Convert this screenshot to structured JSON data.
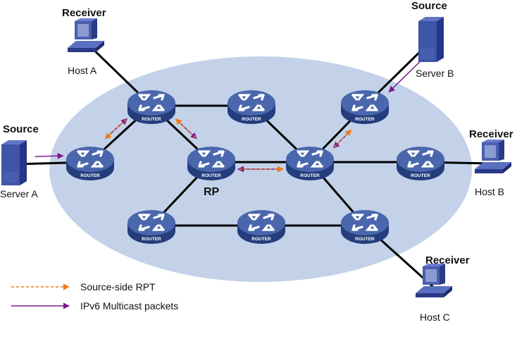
{
  "diagram": {
    "colors": {
      "domain_fill": "#c3d2e9",
      "link": "#000000",
      "router": "#3d5a9e",
      "router_dark": "#243d7c",
      "device": "#3b4fa0",
      "rpt_arrow": "#f07a1a",
      "multicast_arrow": "#7a1a8a"
    },
    "router_label": "ROUTER",
    "rp_label": "RP",
    "devices": [
      {
        "id": "host-a",
        "type": "pc",
        "role": "Receiver",
        "name": "Host A"
      },
      {
        "id": "server-b",
        "type": "server",
        "role": "Source",
        "name": "Server B"
      },
      {
        "id": "server-a",
        "type": "server",
        "role": "Source",
        "name": "Server A"
      },
      {
        "id": "host-b",
        "type": "pc",
        "role": "Receiver",
        "name": "Host B"
      },
      {
        "id": "host-c",
        "type": "pc",
        "role": "Receiver",
        "name": "Host C"
      }
    ],
    "routers": [
      "r1",
      "r2",
      "r3",
      "r4",
      "rp",
      "r6",
      "r7",
      "r8",
      "r9",
      "r10"
    ],
    "links": [
      [
        "host-a",
        "r2"
      ],
      [
        "server-b",
        "r4"
      ],
      [
        "server-a",
        "r1"
      ],
      [
        "r7",
        "host-b"
      ],
      [
        "r10",
        "host-c"
      ],
      [
        "r1",
        "r2"
      ],
      [
        "r2",
        "r3"
      ],
      [
        "r2",
        "rp"
      ],
      [
        "r3",
        "r6"
      ],
      [
        "r4",
        "r6"
      ],
      [
        "rp",
        "r6"
      ],
      [
        "r6",
        "r7"
      ],
      [
        "rp",
        "r8"
      ],
      [
        "r8",
        "r9"
      ],
      [
        "r9",
        "r10"
      ],
      [
        "r6",
        "r10"
      ]
    ],
    "flows": {
      "multicast": [
        [
          "server-a",
          "r1"
        ],
        [
          "r1",
          "r2"
        ],
        [
          "r2",
          "rp"
        ],
        [
          "server-b",
          "r4"
        ],
        [
          "r4",
          "r6"
        ],
        [
          "r6",
          "rp"
        ]
      ],
      "source_side_rpt": [
        [
          "r2",
          "r1"
        ],
        [
          "rp",
          "r2"
        ],
        [
          "rp",
          "r6"
        ],
        [
          "r6",
          "r4"
        ]
      ]
    }
  },
  "legend": {
    "items": [
      {
        "label": "Source-side RPT",
        "style": "dashed-orange"
      },
      {
        "label": "IPv6 Multicast packets",
        "style": "solid-purple"
      }
    ]
  }
}
